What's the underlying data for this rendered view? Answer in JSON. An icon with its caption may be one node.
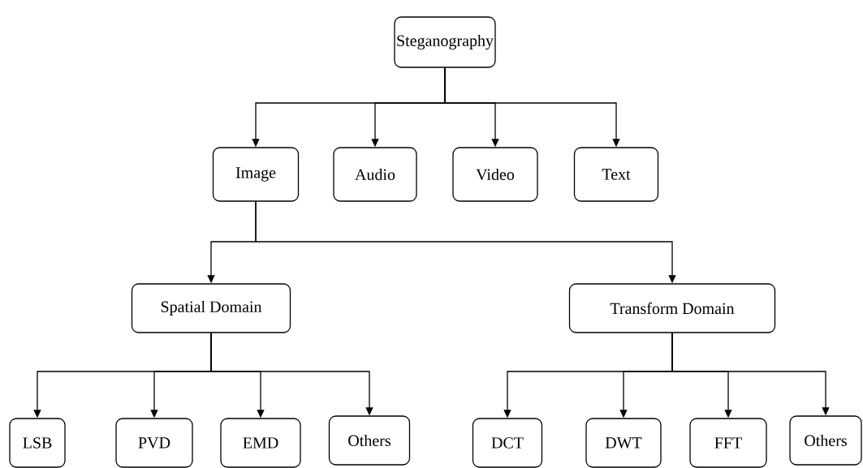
{
  "diagram": {
    "nodes": [
      {
        "text": [
          "Steganography"
        ]
      },
      {
        "text": [
          "Image"
        ]
      },
      {
        "text": [
          "Audio"
        ]
      },
      {
        "text": [
          "Video"
        ]
      },
      {
        "text": [
          "Text"
        ]
      },
      {
        "text": [
          "Spatial Domain"
        ]
      },
      {
        "text": [
          "Transform Domain"
        ]
      },
      {
        "text": [
          "LSB"
        ]
      },
      {
        "text": [
          "PVD"
        ]
      },
      {
        "text": [
          "EMD"
        ]
      },
      {
        "text": [
          "Others"
        ]
      },
      {
        "text": [
          "DCT"
        ]
      },
      {
        "text": [
          "DWT"
        ]
      },
      {
        "text": [
          "FFT"
        ]
      },
      {
        "text": [
          "Others"
        ]
      }
    ],
    "edges": [
      {
        "from": 0,
        "to": 1,
        "arrow": "to"
      },
      {
        "from": 0,
        "to": 2,
        "arrow": "to"
      },
      {
        "from": 0,
        "to": 3,
        "arrow": "to"
      },
      {
        "from": 0,
        "to": 4,
        "arrow": "to"
      },
      {
        "from": 1,
        "to": 5,
        "arrow": "to"
      },
      {
        "from": 1,
        "to": 6,
        "arrow": "to"
      },
      {
        "from": 5,
        "to": 7,
        "arrow": "to"
      },
      {
        "from": 5,
        "to": 8,
        "arrow": "to"
      },
      {
        "from": 5,
        "to": 9,
        "arrow": "to"
      },
      {
        "from": 5,
        "to": 10,
        "arrow": "to"
      },
      {
        "from": 6,
        "to": 11,
        "arrow": "to"
      },
      {
        "from": 6,
        "to": 12,
        "arrow": "to"
      },
      {
        "from": 6,
        "to": 13,
        "arrow": "to"
      },
      {
        "from": 6,
        "to": 14,
        "arrow": "to"
      }
    ]
  }
}
